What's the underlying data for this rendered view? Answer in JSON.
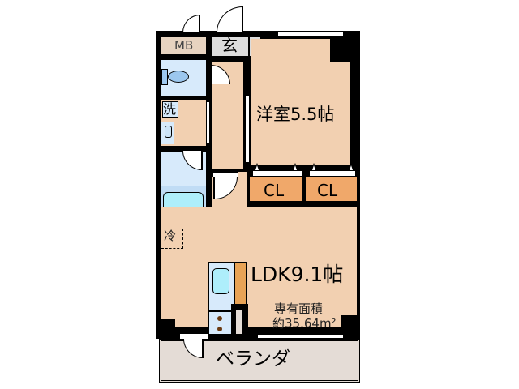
{
  "floorplan": {
    "rooms": {
      "entrance": {
        "label": "玄"
      },
      "meter_box": {
        "label": "MB"
      },
      "washroom": {
        "label": "洗"
      },
      "fridge": {
        "label": "冷"
      },
      "western_room": {
        "label": "洋室5.5帖"
      },
      "closet_1": {
        "label": "CL"
      },
      "closet_2": {
        "label": "CL"
      },
      "ldk": {
        "label": "LDK9.1帖"
      },
      "balcony": {
        "label": "ベランダ"
      }
    },
    "area": {
      "title": "専有面積",
      "value": "約35.64m²"
    },
    "colors": {
      "floor": "#f2d0b1",
      "wet_area": "#d7eafb",
      "bathtub": "#aeeefb",
      "closet": "#f0a86a",
      "counter": "#e8a356",
      "entrance": "#dcdcdc",
      "balcony": "#e4dcd6",
      "wall": "#000000"
    }
  }
}
